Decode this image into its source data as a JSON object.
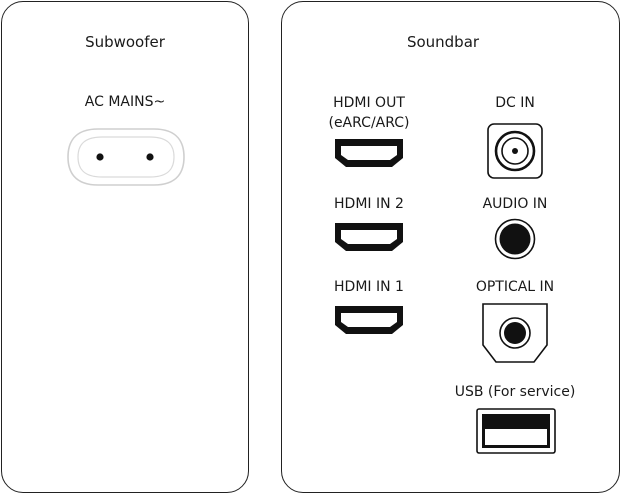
{
  "subwoofer": {
    "title": "Subwoofer",
    "ac_mains_label": "AC MAINS~"
  },
  "soundbar": {
    "title": "Soundbar",
    "hdmi_out_label": "HDMI OUT",
    "hdmi_out_sublabel": "(eARC/ARC)",
    "hdmi_in2_label": "HDMI IN 2",
    "hdmi_in1_label": "HDMI IN 1",
    "dc_in_label": "DC IN",
    "audio_in_label": "AUDIO IN",
    "optical_in_label": "OPTICAL IN",
    "usb_label": "USB (For service)"
  }
}
